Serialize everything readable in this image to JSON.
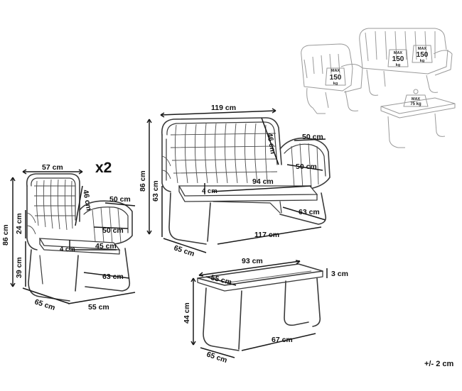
{
  "chair": {
    "quantity": "x2",
    "width": "57 cm",
    "back_height": "46 cm",
    "arm_depth": "50 cm",
    "arm_inner": "50 cm",
    "arm_height": "24 cm",
    "total_height": "86 cm",
    "seat_thickness": "4 cm",
    "seat_width": "45 cm",
    "seat_height": "39 cm",
    "leg_depth": "63 cm",
    "depth": "65 cm",
    "base_width": "55 cm"
  },
  "sofa": {
    "width": "119 cm",
    "back_height": "46 cm",
    "arm_depth": "50 cm",
    "arm_inner": "50 cm",
    "total_height": "86 cm",
    "seat_height": "63 cm",
    "seat_width": "94 cm",
    "seat_thickness": "4 cm",
    "leg_depth": "63 cm",
    "base_width": "117 cm",
    "depth": "65 cm"
  },
  "table": {
    "width": "93 cm",
    "depth_top": "55 cm",
    "top_thickness": "3 cm",
    "height": "44 cm",
    "base_width": "67 cm",
    "depth": "65 cm"
  },
  "load_badges": {
    "max_label": "MAX",
    "chair_value": "150",
    "sofa_value": "150",
    "unit_kg": "kg",
    "table_value": "75 kg"
  },
  "tolerance": "+/- 2 cm"
}
